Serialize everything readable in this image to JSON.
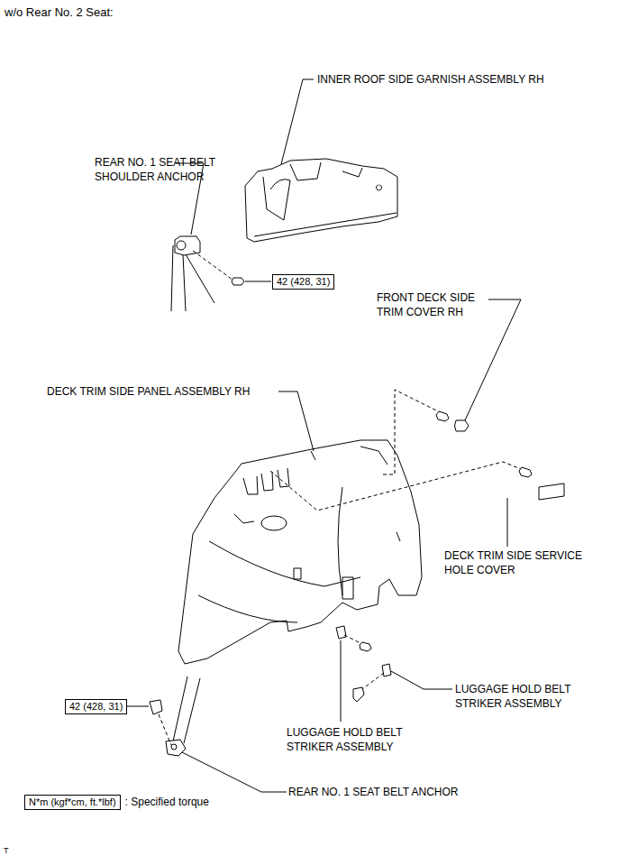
{
  "diagram": {
    "title": "w/o Rear No. 2 Seat:",
    "nodes": [
      {
        "text": [
          "42 (428, 31)"
        ]
      },
      {
        "text": [
          "42 (428, 31)"
        ]
      },
      {
        "text": [
          "N*m (kgf*cm, ft.*lbf)",
          ": Specified torque"
        ]
      }
    ],
    "edges": [],
    "labels": [
      "INNER ROOF SIDE GARNISH ASSEMBLY RH",
      "REAR NO. 1 SEAT BELT SHOULDER ANCHOR",
      "FRONT DECK SIDE TRIM COVER RH",
      "DECK TRIM SIDE PANEL ASSEMBLY RH",
      "DECK TRIM SIDE SERVICE HOLE COVER",
      "LUGGAGE HOLD BELT STRIKER ASSEMBLY",
      "LUGGAGE HOLD BELT STRIKER ASSEMBLY",
      "REAR NO. 1 SEAT BELT ANCHOR",
      "T"
    ]
  }
}
